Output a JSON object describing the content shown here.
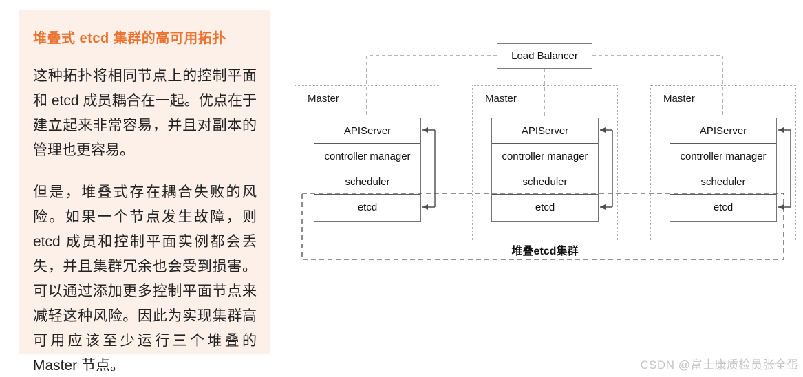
{
  "panel": {
    "title": "堆叠式 etcd 集群的高可用拓扑",
    "paragraphs": [
      "这种拓扑将相同节点上的控制平面和 etcd 成员耦合在一起。优点在于建立起来非常容易，并且对副本的管理也更容易。",
      "但是，堆叠式存在耦合失败的风险。如果一个节点发生故障，则 etcd 成员和控制平面实例都会丢失，并且集群冗余也会受到损害。可以通过添加更多控制平面节点来减轻这种风险。因此为实现集群高可用应该至少运行三个堆叠的 Master 节点。"
    ]
  },
  "diagram": {
    "load_balancer_label": "Load Balancer",
    "cluster_label": "堆叠etcd集群",
    "masters": [
      {
        "label": "Master",
        "components": [
          "APIServer",
          "controller manager",
          "scheduler",
          "etcd"
        ]
      },
      {
        "label": "Master",
        "components": [
          "APIServer",
          "controller manager",
          "scheduler",
          "etcd"
        ]
      },
      {
        "label": "Master",
        "components": [
          "APIServer",
          "controller manager",
          "scheduler",
          "etcd"
        ]
      }
    ]
  },
  "watermark": "CSDN @富士康质检员张全蛋",
  "colors": {
    "panel_background": "#fdf0e9",
    "title_orange": "#ed712f",
    "body_text": "#222222",
    "diagram_line": "#4d4d4d",
    "watermark_gray": "#c6c6c6"
  }
}
